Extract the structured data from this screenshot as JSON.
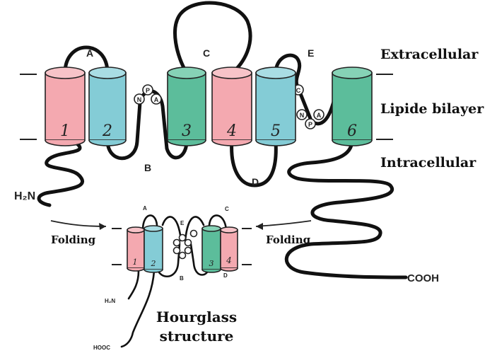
{
  "regions": {
    "extracellular": "Extracellular",
    "bilayer": "Lipide bilayer",
    "intracellular": "Intracellular"
  },
  "loops": {
    "A": "A",
    "B": "B",
    "C": "C",
    "D": "D",
    "E": "E"
  },
  "helices": [
    "1",
    "2",
    "3",
    "4",
    "5",
    "6"
  ],
  "npa_motif_1": [
    "N",
    "P",
    "A"
  ],
  "npa_motif_2": [
    "C",
    "N",
    "P",
    "A"
  ],
  "termini": {
    "n_terminus": "H₂N",
    "c_terminus": "COOH",
    "n_terminus_small": "H₂N",
    "c_terminus_small": "HOOC"
  },
  "folding_left": "Folding",
  "folding_right": "Folding",
  "hourglass_line1": "Hourglass",
  "hourglass_line2": "structure",
  "small_labels": {
    "A": "A",
    "B": "B",
    "C": "C",
    "D": "D",
    "E": "E",
    "h1": "1",
    "h2": "2",
    "h3": "3",
    "h4": "4"
  },
  "colors": {
    "pink": "#f4a9b0",
    "blue": "#84ccd6",
    "teal": "#5cbd9b"
  }
}
